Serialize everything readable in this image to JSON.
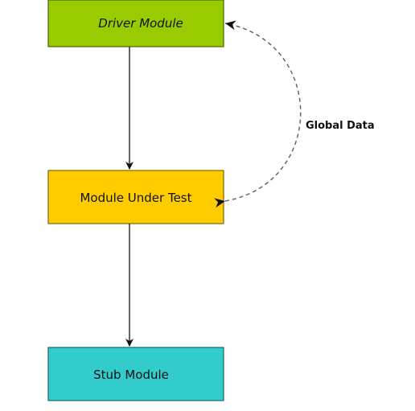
{
  "diagram": {
    "nodes": {
      "driver": {
        "label": "Driver Module",
        "fill": "#99cc00",
        "stroke": "#4a6600"
      },
      "under_test": {
        "label": "Module Under Test",
        "fill": "#ffcc00",
        "stroke": "#806600"
      },
      "stub": {
        "label": "Stub Module",
        "fill": "#33cccc",
        "stroke": "#1a6666"
      }
    },
    "edges": {
      "global_data_label": "Global Data"
    },
    "colors": {
      "edge": "#333333",
      "dashed_edge": "#666666"
    }
  }
}
